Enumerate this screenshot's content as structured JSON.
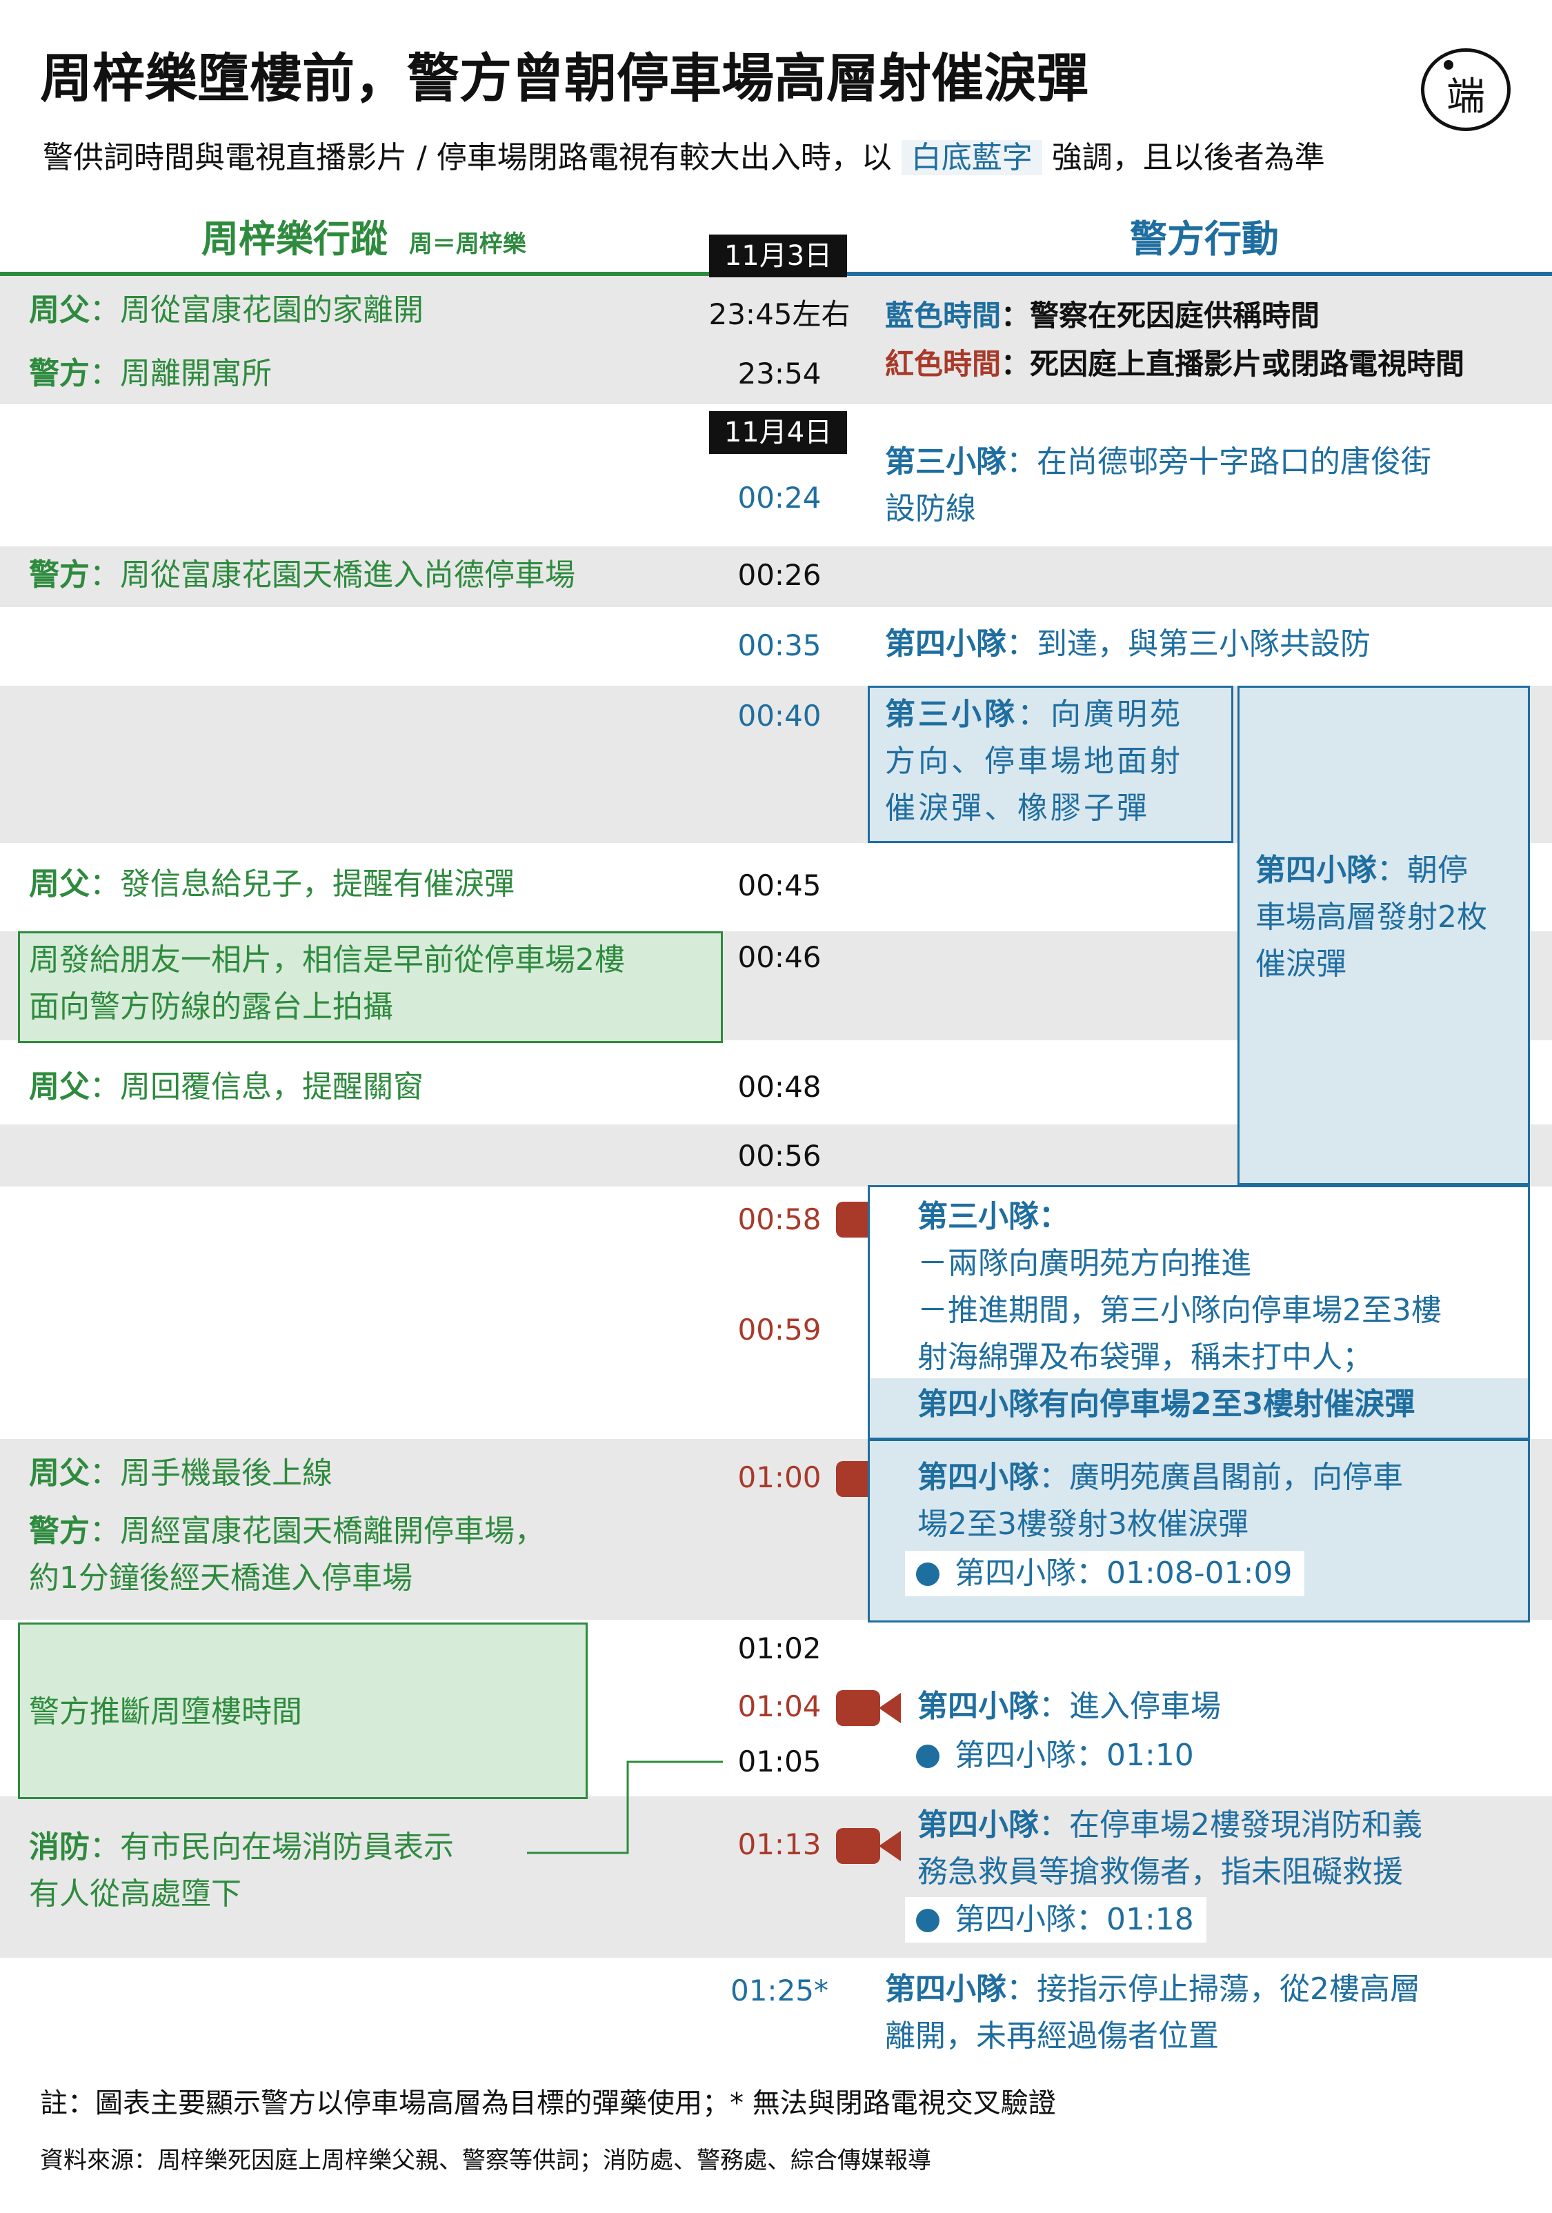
{
  "header": {
    "title": "周梓樂墮樓前，警方曾朝停車場高層射催淚彈",
    "subtitle_before": "警供詞時間與電視直播影片 / 停車場閉路電視有較大出入時，以",
    "subtitle_highlight": "白底藍字",
    "subtitle_after": "強調，且以後者為準",
    "logo_text": "端"
  },
  "columns": {
    "left_title": "周梓樂行蹤",
    "left_note": "周＝周梓樂",
    "right_title": "警方行動"
  },
  "dates": {
    "d1": "11月3日",
    "d2": "11月4日"
  },
  "legend": {
    "blue_label": "藍色時間",
    "blue_text": "：警察在死因庭供稱時間",
    "red_label": "紅色時間",
    "red_text": "：死因庭上直播影片或閉路電視時間"
  },
  "times": {
    "t1": "23:45左右",
    "t2": "23:54",
    "t3": "00:24",
    "t4": "00:26",
    "t5": "00:35",
    "t6": "00:40",
    "t7": "00:45",
    "t8": "00:46",
    "t9": "00:48",
    "t10": "00:56",
    "t11": "00:58",
    "t12": "00:59",
    "t13": "01:00",
    "t14": "01:02",
    "t15": "01:04",
    "t16": "01:05",
    "t17": "01:13",
    "t18": "01:25*"
  },
  "left": {
    "e1_label": "周父",
    "e1_text": "：周從富康花園的家離開",
    "e2_label": "警方",
    "e2_text": "：周離開寓所",
    "e3_label": "警方",
    "e3_text": "：周從富康花園天橋進入尚德停車場",
    "e4_label": "周父",
    "e4_text": "：發信息給兒子，提醒有催淚彈",
    "e5_line1": "周發給朋友一相片，相信是早前從停車場2樓",
    "e5_line2": "面向警方防線的露台上拍攝",
    "e6_label": "周父",
    "e6_text": "：周回覆信息，提醒關窗",
    "e7_label": "周父",
    "e7_text": "：周手機最後上線",
    "e8_label": "警方",
    "e8_text": "：周經富康花園天橋離開停車場，",
    "e8_line2": "約1分鐘後經天橋進入停車場",
    "e9_text": "警方推斷周墮樓時間",
    "e10_label": "消防",
    "e10_text": "：有市民向在場消防員表示",
    "e10_line2": "有人從高處墮下"
  },
  "right": {
    "r1_label": "第三小隊",
    "r1_text": "：在尚德邨旁十字路口的唐俊街",
    "r1_line2": "設防線",
    "r2_label": "第四小隊",
    "r2_text": "：到達，與第三小隊共設防",
    "r3_label": "第三小隊",
    "r3_text": "：向廣明苑",
    "r3_line2": "方向、停車場地面射",
    "r3_line3": "催淚彈、橡膠子彈",
    "r4_label": "第四小隊",
    "r4_text": "：朝停",
    "r4_line2": "車場高層發射2枚",
    "r4_line3": "催淚彈",
    "r5_label": "第三小隊：",
    "r5_line1": "－兩隊向廣明苑方向推進",
    "r5_line2": "－推進期間，第三小隊向停車場2至3樓",
    "r5_line3": "射海綿彈及布袋彈，稱未打中人；",
    "r5_line4": "第四小隊有向停車場2至3樓射催淚彈",
    "r6_label": "第四小隊",
    "r6_text": "：廣明苑廣昌閣前，向停車",
    "r6_line2": "場2至3樓發射3枚催淚彈",
    "r6_chip": "第四小隊：01:08-01:09",
    "r7_label": "第四小隊",
    "r7_text": "：進入停車場",
    "r7_chip": "第四小隊：01:10",
    "r8_label": "第四小隊",
    "r8_text": "：在停車場2樓發現消防和義",
    "r8_line2": "務急救員等搶救傷者，指未阻礙救援",
    "r8_chip": "第四小隊：01:18",
    "r9_label": "第四小隊",
    "r9_text": "：接指示停止掃蕩，從2樓高層",
    "r9_line2": "離開，未再經過傷者位置"
  },
  "footer": {
    "note": "註：圖表主要顯示警方以停車場高層為目標的彈藥使用；* 無法與閉路電視交叉驗證",
    "source": "資料來源：周梓樂死因庭上周梓樂父親、警察等供詞；消防處、警務處、綜合傳媒報導"
  },
  "colors": {
    "green": "#2e8b3e",
    "blue": "#1f6ea0",
    "red": "#a93a2a",
    "band": "#e8e8e8"
  }
}
